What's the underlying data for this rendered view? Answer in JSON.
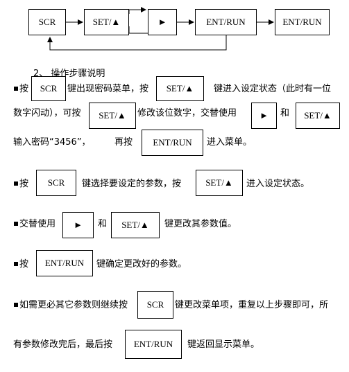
{
  "flow": {
    "scr": "SCR",
    "set": "SET/▲",
    "right": "►",
    "ent1": "ENT/RUN",
    "ent2": "ENT/RUN"
  },
  "section": {
    "title": "2、 操作步骤说明"
  },
  "para1": {
    "btn_scr": "SCR",
    "t1": "键出现密码菜单，按",
    "btn_set": "SET/▲",
    "t2": "键进入设定状态（此时有一位",
    "t3": "数字闪动），可按",
    "btn_set2": "SET/▲",
    "t4": "修改该位数字，交替使用",
    "btn_right": "►",
    "t5": "和",
    "btn_set3": "SET/▲",
    "t6": "输入密码“3456”，",
    "t7": "再按",
    "btn_ent": "ENT/RUN",
    "t8": "进入菜单。"
  },
  "para2": {
    "btn_scr": "SCR",
    "t1": "键选择要设定的参数，按",
    "btn_set": "SET/▲",
    "t2": "进入设定状态。"
  },
  "para3": {
    "t0": "交替使用",
    "btn_right": "►",
    "t1": "和",
    "btn_set": "SET/▲",
    "t2": "键更改其参数值。"
  },
  "para4": {
    "t0": "按",
    "btn_ent": "ENT/RUN",
    "t1": "键确定更改好的参数。"
  },
  "para5": {
    "t0": "如需更必其它参数则继续按",
    "btn_scr": "SCR",
    "t1": "键更改菜单项，重复以上步骤即可，所",
    "t2": "有参数修改完后，最后按",
    "btn_ent": "ENT/RUN",
    "t3": "键返回显示菜单。"
  },
  "bullet_prefix": "按"
}
